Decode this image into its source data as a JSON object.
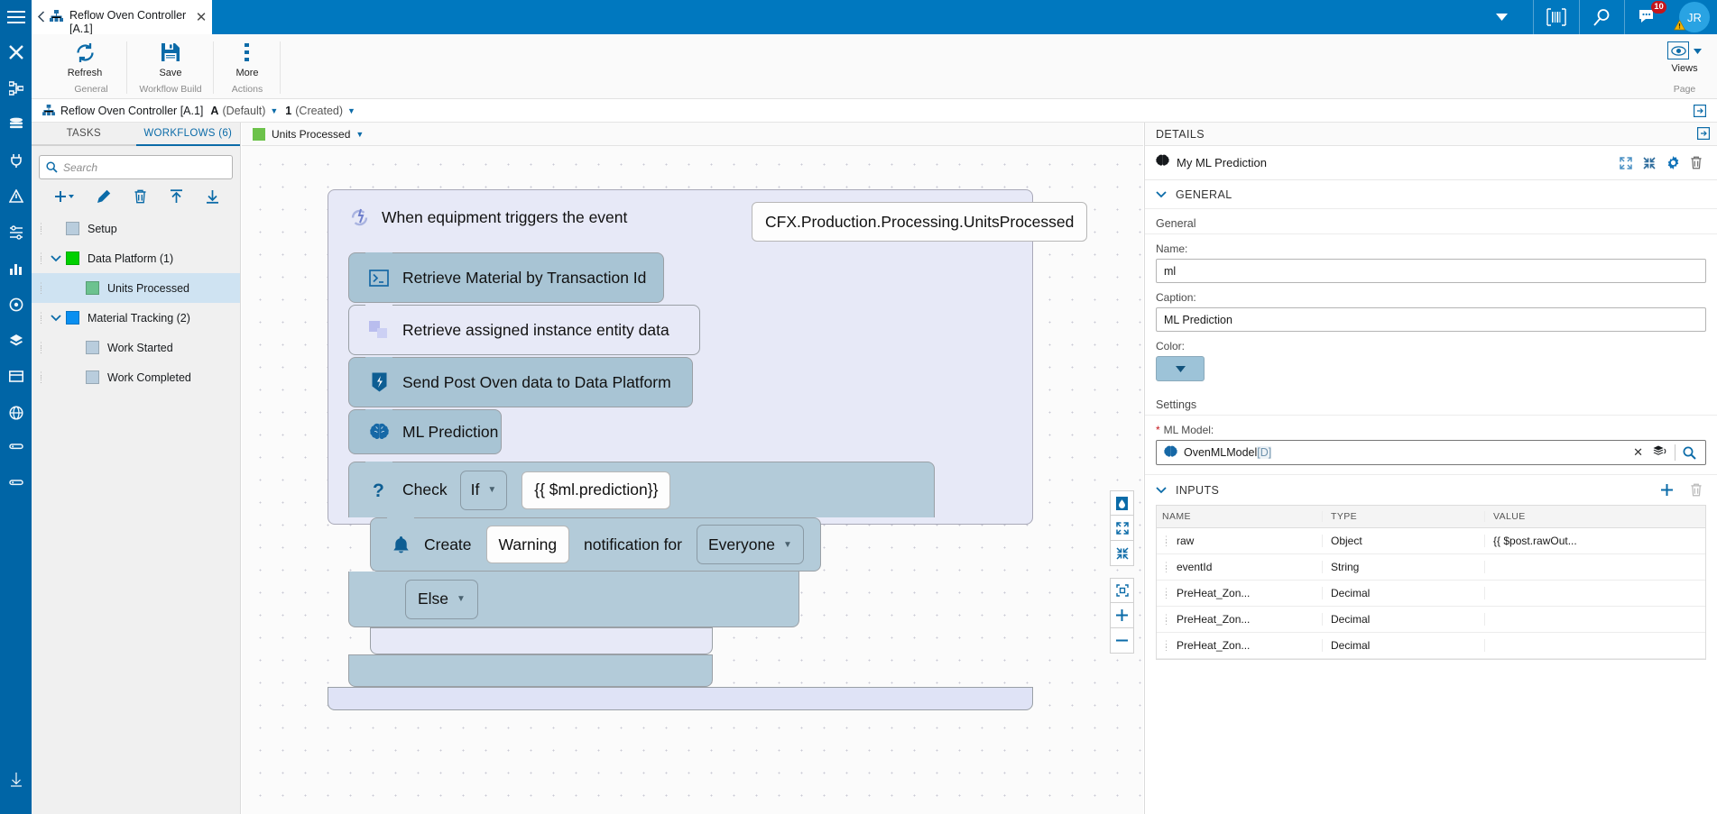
{
  "app": {
    "tab_title": "Reflow Oven Controller [A.1]",
    "notification_count": "10",
    "avatar_initials": "JR"
  },
  "ribbon": {
    "buttons": [
      {
        "label": "Refresh",
        "icon": "refresh-icon"
      },
      {
        "label": "Save",
        "icon": "save-icon"
      },
      {
        "label": "More",
        "icon": "more-icon"
      }
    ],
    "groups": [
      "General",
      "Workflow Build",
      "Actions"
    ],
    "views_label": "Views",
    "page_label": "Page"
  },
  "breadcrumb": {
    "title": "Reflow Oven Controller [A.1]",
    "revision": "A",
    "revision_state": "(Default)",
    "version": "1",
    "version_state": "(Created)"
  },
  "left_panel": {
    "tabs": [
      {
        "label": "TASKS",
        "active": false
      },
      {
        "label": "WORKFLOWS (6)",
        "active": true
      }
    ],
    "search_placeholder": "Search",
    "tools": [
      "add-icon",
      "edit-icon",
      "delete-icon",
      "import-icon",
      "export-icon"
    ],
    "tree": [
      {
        "label": "Setup",
        "color": "#b9cddd",
        "expandable": false,
        "indent": false,
        "selected": false
      },
      {
        "label": "Data Platform (1)",
        "color": "#00d000",
        "expandable": true,
        "indent": false,
        "selected": false
      },
      {
        "label": "Units Processed",
        "color": "#6cc28f",
        "expandable": false,
        "indent": true,
        "selected": true
      },
      {
        "label": "Material Tracking (2)",
        "color": "#0a8ff0",
        "expandable": true,
        "indent": false,
        "selected": false
      },
      {
        "label": "Work Started",
        "color": "#b9cddd",
        "expandable": false,
        "indent": true,
        "selected": false
      },
      {
        "label": "Work Completed",
        "color": "#b9cddd",
        "expandable": false,
        "indent": true,
        "selected": false
      }
    ]
  },
  "canvas": {
    "tab_label": "Units Processed",
    "tab_color": "#6cc24a",
    "trigger": {
      "label": "When equipment triggers the event",
      "value": "CFX.Production.Processing.UnitsProcessed",
      "icon": "trigger-icon"
    },
    "steps": [
      {
        "label": "Retrieve Material by Transaction Id",
        "icon": "terminal-icon",
        "style": "dark"
      },
      {
        "label": "Retrieve assigned instance entity data",
        "icon": "entity-icon",
        "style": "light"
      },
      {
        "label": "Send Post Oven data to Data Platform",
        "icon": "bolt-icon",
        "style": "dark"
      },
      {
        "label": "ML Prediction",
        "icon": "brain-icon",
        "style": "dark",
        "selected": true
      }
    ],
    "check": {
      "label": "Check",
      "operator": "If",
      "expression": "{{ $ml.prediction}}",
      "icon": "question-icon"
    },
    "notification": {
      "create_label": "Create",
      "level": "Warning",
      "middle_label": "notification for",
      "audience": "Everyone",
      "icon": "bell-icon"
    },
    "else_label": "Else",
    "selection_color": "#ff36e0",
    "controls": [
      "theme-icon",
      "expand-icon",
      "collapse-icon",
      "fit-icon",
      "zoom-in-icon",
      "zoom-out-icon"
    ]
  },
  "details": {
    "panel_title": "DETAILS",
    "item_title": "My ML Prediction",
    "item_icon": "brain-icon",
    "actions": [
      "expand-all-icon",
      "collapse-all-icon",
      "gear-icon",
      "delete-icon"
    ],
    "general_section": "GENERAL",
    "general_sublabel": "General",
    "name_label": "Name:",
    "name_value": "ml",
    "caption_label": "Caption:",
    "caption_value": "ML Prediction",
    "color_label": "Color:",
    "color_value": "#9dc3d8",
    "settings_sublabel": "Settings",
    "model_label": "ML Model:",
    "model_value": "OvenMLModel",
    "model_suffix": "[D]",
    "inputs_section": "INPUTS",
    "inputs_columns": [
      "NAME",
      "TYPE",
      "VALUE"
    ],
    "inputs_rows": [
      {
        "name": "raw",
        "type": "Object",
        "value": "{{ $post.rawOut..."
      },
      {
        "name": "eventId",
        "type": "String",
        "value": ""
      },
      {
        "name": "PreHeat_Zon...",
        "type": "Decimal",
        "value": ""
      },
      {
        "name": "PreHeat_Zon...",
        "type": "Decimal",
        "value": ""
      },
      {
        "name": "PreHeat_Zon...",
        "type": "Decimal",
        "value": ""
      }
    ]
  }
}
